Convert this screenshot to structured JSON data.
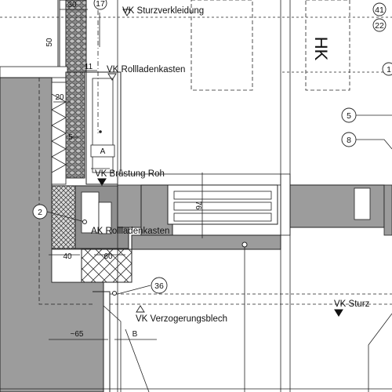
{
  "title_label": "HK",
  "callouts": [
    {
      "id": "c17",
      "text": "17"
    },
    {
      "id": "c41",
      "text": "41"
    },
    {
      "id": "c22",
      "text": "22"
    },
    {
      "id": "c1",
      "text": "1"
    },
    {
      "id": "c5",
      "text": "5"
    },
    {
      "id": "c8",
      "text": "8"
    },
    {
      "id": "c2",
      "text": "2"
    },
    {
      "id": "c36",
      "text": "36"
    }
  ],
  "level_labels": {
    "vk_sturzverkleidung": "VK Sturzverkleidung",
    "vk_rollladenkasten": "VK Rollladenkasten",
    "vk_bruestung_roh": "VK Brüstung Roh",
    "ak_rollladenkasten": "AK Rollladenkasten",
    "vk_sturz": "VK Sturz",
    "vk_verzogerungsblech": "VK Verzogerungsblech"
  },
  "dimensions": {
    "d30": "30",
    "d50": "50",
    "d11": "11",
    "d20": "20",
    "d5": "5",
    "d76": "76",
    "d40": "40",
    "d60": "60",
    "d65": "~65",
    "dA": "A",
    "dB": "B"
  }
}
